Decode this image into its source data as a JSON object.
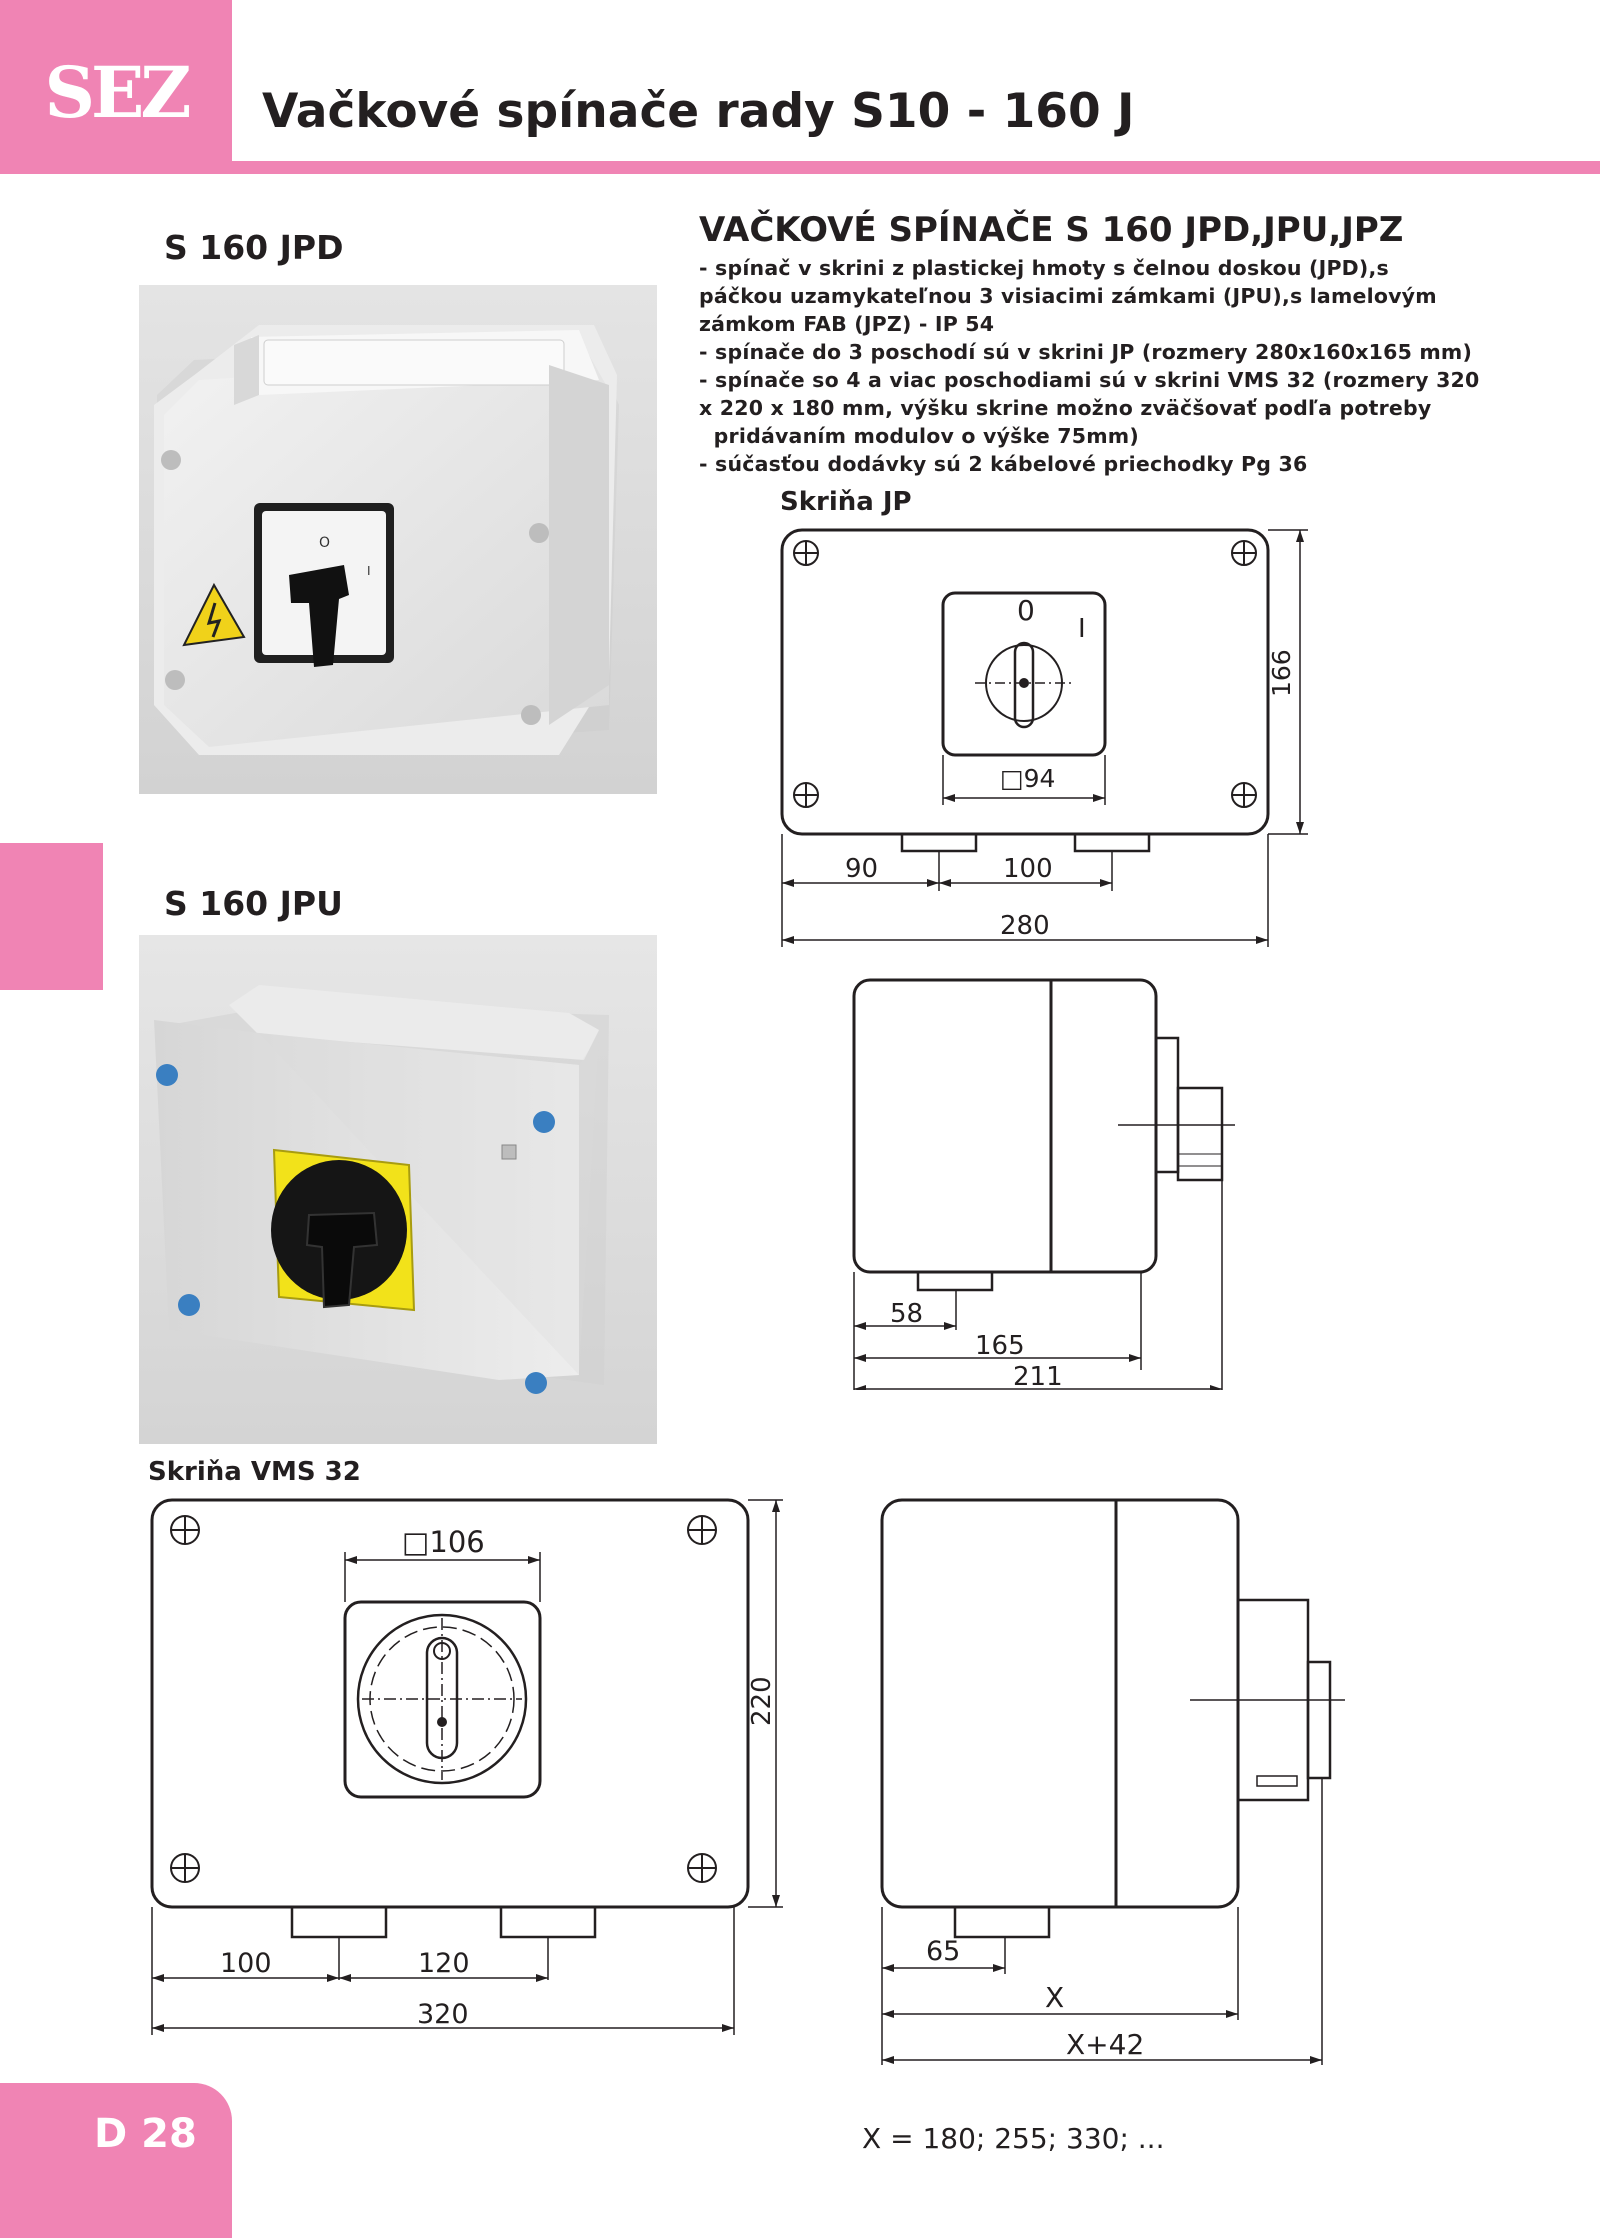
{
  "brand": {
    "logo_text": "SEZ"
  },
  "header": {
    "title": "Vačkové spínače rady S10 - 160 J"
  },
  "page_number": "D 28",
  "products": {
    "jpd": {
      "label": "S 160 JPD"
    },
    "jpu": {
      "label": "S 160 JPU"
    }
  },
  "description": {
    "title": "VAČKOVÉ SPÍNAČE S 160 JPD,JPU,JPZ",
    "lines": [
      "- spínač v skrini z plastickej hmoty s čelnou doskou (JPD),s",
      "páčkou uzamykateľnou 3 visiacimi zámkami (JPU),s lamelovým",
      "zámkom FAB (JPZ) - IP 54",
      "- spínače do 3 poschodí sú v skrini JP (rozmery 280x160x165 mm)",
      "- spínače so 4 a viac poschodiami sú v skrini VMS 32 (rozmery 320",
      "x 220 x 180 mm, výšku skrine možno zväčšovať podľa potreby",
      "  pridávaním modulov o výške 75mm)",
      "- súčasťou dodávky sú 2 kábelové priechodky Pg 36"
    ]
  },
  "jp_drawing": {
    "label": "Skriňa JP",
    "switch_pos_0": "0",
    "switch_pos_1": "I",
    "dim_square": "□94",
    "dim_height": "166",
    "dim_left": "90",
    "dim_gland_spacing": "100",
    "dim_width": "280",
    "side_dim_gland": "58",
    "side_dim_depth": "165",
    "side_dim_total": "211"
  },
  "vms_drawing": {
    "label": "Skriňa VMS 32",
    "dim_square": "□106",
    "dim_height": "220",
    "dim_left": "100",
    "dim_gland_spacing": "120",
    "dim_width": "320",
    "side_dim_gland": "65",
    "side_dim_depth": "X",
    "side_dim_total": "X+42",
    "formula": "X = 180; 255; 330; ..."
  },
  "colors": {
    "accent_pink": "#f084b4",
    "text": "#231f20",
    "enclosure_grey": "#e6e6e6",
    "handle_black": "#1a1a1a",
    "lock_yellow": "#f2e21a",
    "screw_blue": "#3a7fc1"
  }
}
